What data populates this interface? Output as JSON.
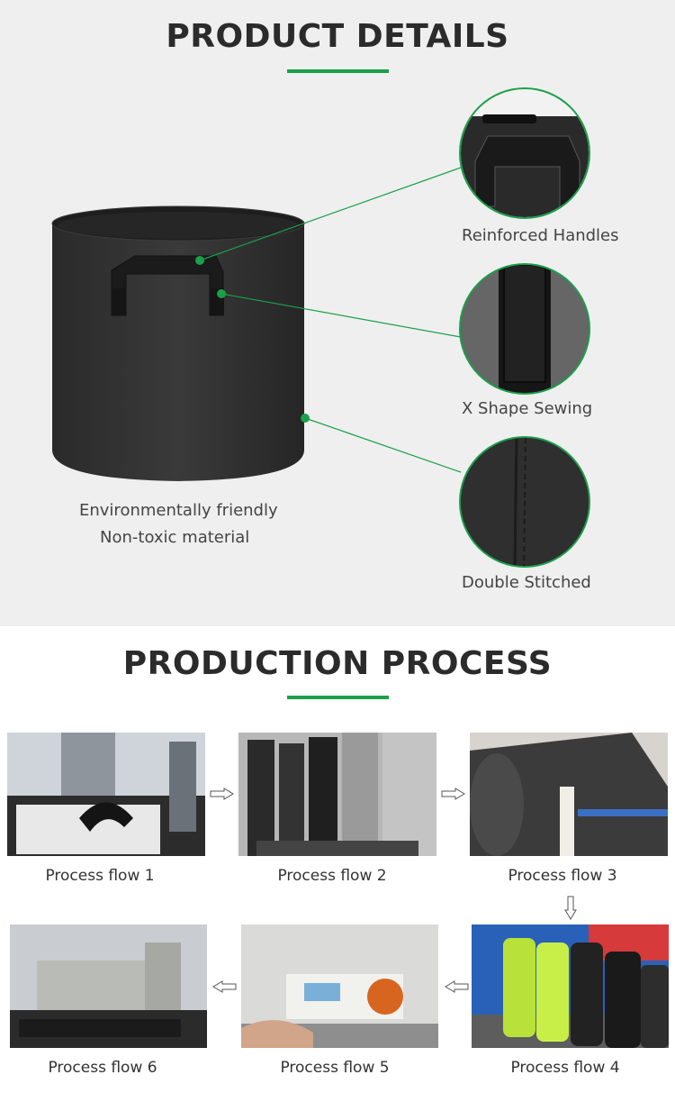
{
  "details": {
    "title": "PRODUCT DETAILS",
    "material_line1": "Environmentally friendly",
    "material_line2": "Non-toxic material",
    "features": [
      {
        "label": "Reinforced Handles"
      },
      {
        "label": "X Shape Sewing"
      },
      {
        "label": "Double Stitched"
      }
    ]
  },
  "process": {
    "title": "PRODUCTION PROCESS",
    "steps": [
      {
        "label": "Process flow 1"
      },
      {
        "label": "Process flow 2"
      },
      {
        "label": "Process flow 3"
      },
      {
        "label": "Process flow 4"
      },
      {
        "label": "Process flow 5"
      },
      {
        "label": "Process flow 6"
      }
    ]
  },
  "colors": {
    "accent": "#1aa04a",
    "bag": "#2d2d2d",
    "background": "#efefef"
  }
}
